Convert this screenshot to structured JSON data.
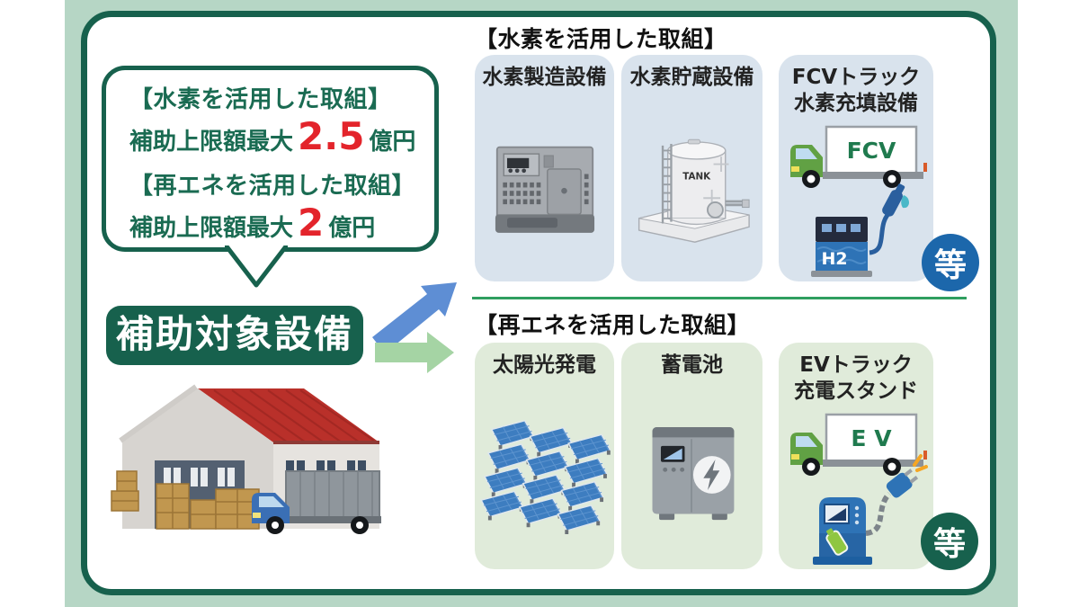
{
  "colors": {
    "background_band": "#b6d6c5",
    "frame_green": "#17614d",
    "text_green": "#1a6b52",
    "accent_red": "#e3242b",
    "arrow_blue": "#5e8ed4",
    "arrow_green": "#a5d4a4",
    "card_blue": "#d9e3ed",
    "card_green": "#e0ebda",
    "badge_blue": "#1c67ab",
    "divider_green": "#2f9e5f"
  },
  "bubble": {
    "hydrogen_title": "【水素を活用した取組】",
    "hydrogen_prefix": "補助上限額最大",
    "hydrogen_value": "2.5",
    "hydrogen_suffix": "億円",
    "renewable_title": "【再エネを活用した取組】",
    "renewable_prefix": "補助上限額最大",
    "renewable_value": "2",
    "renewable_suffix": "億円"
  },
  "target_label": "補助対象設備",
  "hydrogen_section": {
    "title": "【水素を活用した取組】",
    "cards": [
      {
        "line1": "水素製造設備",
        "line2": ""
      },
      {
        "line1": "水素貯蔵設備",
        "line2": ""
      },
      {
        "line1": "FCVトラック",
        "line2": "水素充填設備"
      }
    ],
    "truck_label": "FCV",
    "dispenser_label": "H2",
    "tank_label": "TANK",
    "etc_badge": "等"
  },
  "renewable_section": {
    "title": "【再エネを活用した取組】",
    "cards": [
      {
        "line1": "太陽光発電",
        "line2": ""
      },
      {
        "line1": "蓄電池",
        "line2": ""
      },
      {
        "line1": "EVトラック",
        "line2": "充電スタンド"
      }
    ],
    "truck_label": "E V",
    "etc_badge": "等"
  }
}
